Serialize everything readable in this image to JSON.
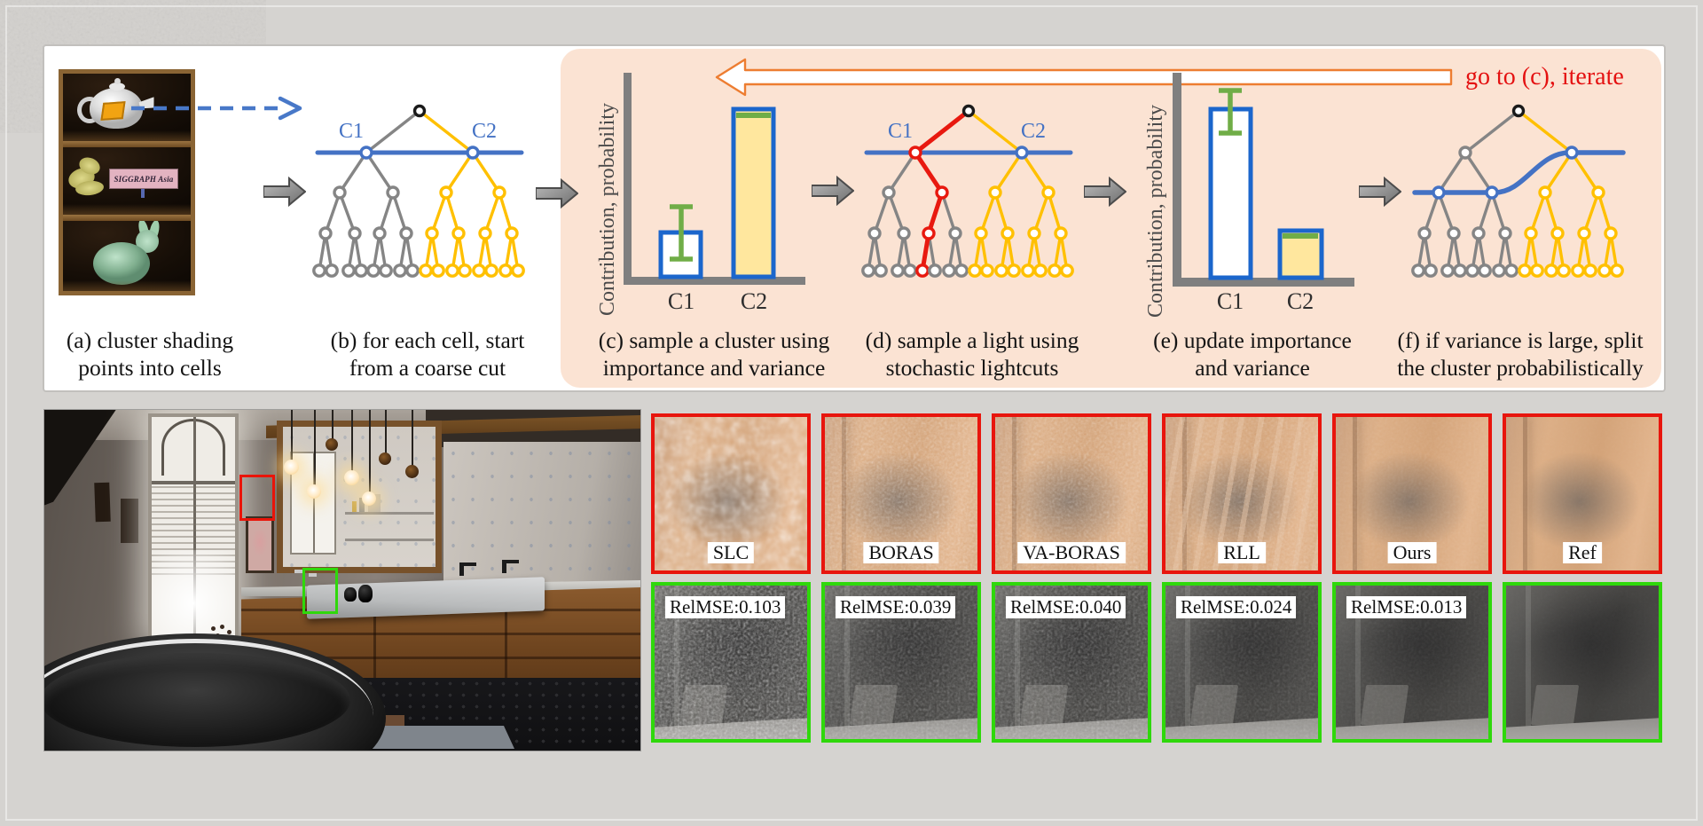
{
  "figure": {
    "iterate_note": "go to (c), iterate",
    "scene_sign": "SIGGRAPH Asia",
    "panels": [
      {
        "id": "a",
        "caption": [
          "(a) cluster shading",
          "points into cells"
        ]
      },
      {
        "id": "b",
        "caption": [
          "(b) for each cell, start",
          "from a coarse cut"
        ],
        "cut_labels": [
          "C1",
          "C2"
        ]
      },
      {
        "id": "c",
        "caption": [
          "(c) sample a cluster using",
          "importance and variance"
        ],
        "axis_label": "Contribution, probability",
        "bars": [
          "C1",
          "C2"
        ]
      },
      {
        "id": "d",
        "caption": [
          "(d) sample a light using",
          "stochastic lightcuts"
        ],
        "cut_labels": [
          "C1",
          "C2"
        ]
      },
      {
        "id": "e",
        "caption": [
          "(e) update importance",
          "and variance"
        ],
        "axis_label": "Contribution, probability",
        "bars": [
          "C1",
          "C2"
        ]
      },
      {
        "id": "f",
        "caption": [
          "(f) if variance is large, split",
          "the cluster probabilistically"
        ]
      }
    ]
  },
  "chart_data": [
    {
      "type": "bar",
      "panel": "c",
      "title": "sampling distribution before update",
      "xlabel": "",
      "ylabel": "Contribution, probability",
      "categories": [
        "C1",
        "C2"
      ],
      "values": [
        0.22,
        0.82
      ],
      "error_bars": [
        0.13,
        0.02
      ],
      "ylim": [
        0,
        1
      ],
      "legend": null,
      "grid": false
    },
    {
      "type": "bar",
      "panel": "e",
      "title": "sampling distribution after update",
      "xlabel": "",
      "ylabel": "Contribution, probability",
      "categories": [
        "C1",
        "C2"
      ],
      "values": [
        0.83,
        0.23
      ],
      "error_bars": [
        0.1,
        0.02
      ],
      "ylim": [
        0,
        1
      ],
      "legend": null,
      "grid": false
    }
  ],
  "comparison": {
    "methods": [
      {
        "name": "SLC",
        "relmse": "RelMSE:0.103"
      },
      {
        "name": "BORAS",
        "relmse": "RelMSE:0.039"
      },
      {
        "name": "VA-BORAS",
        "relmse": "RelMSE:0.040"
      },
      {
        "name": "RLL",
        "relmse": "RelMSE:0.024"
      },
      {
        "name": "Ours",
        "relmse": "RelMSE:0.013"
      },
      {
        "name": "Ref",
        "relmse": ""
      }
    ]
  },
  "colors": {
    "background": "#d5d3d0",
    "panel": "#ffffff",
    "peach": "#fbe3d3",
    "tree_blue": "#4472C4",
    "tree_gray": "#858585",
    "tree_gold": "#FFC000",
    "path_red": "#E8190F",
    "bar_blue": "#1b66cc",
    "bar_yellow": "#ffe79e",
    "error_green": "#70ad47",
    "axis_gray": "#7f7f7f",
    "arrow_orange": "#ED7D31",
    "note_red": "#e41111",
    "crop_red_border": "#e8150d",
    "crop_green_border": "#2fd80b"
  }
}
